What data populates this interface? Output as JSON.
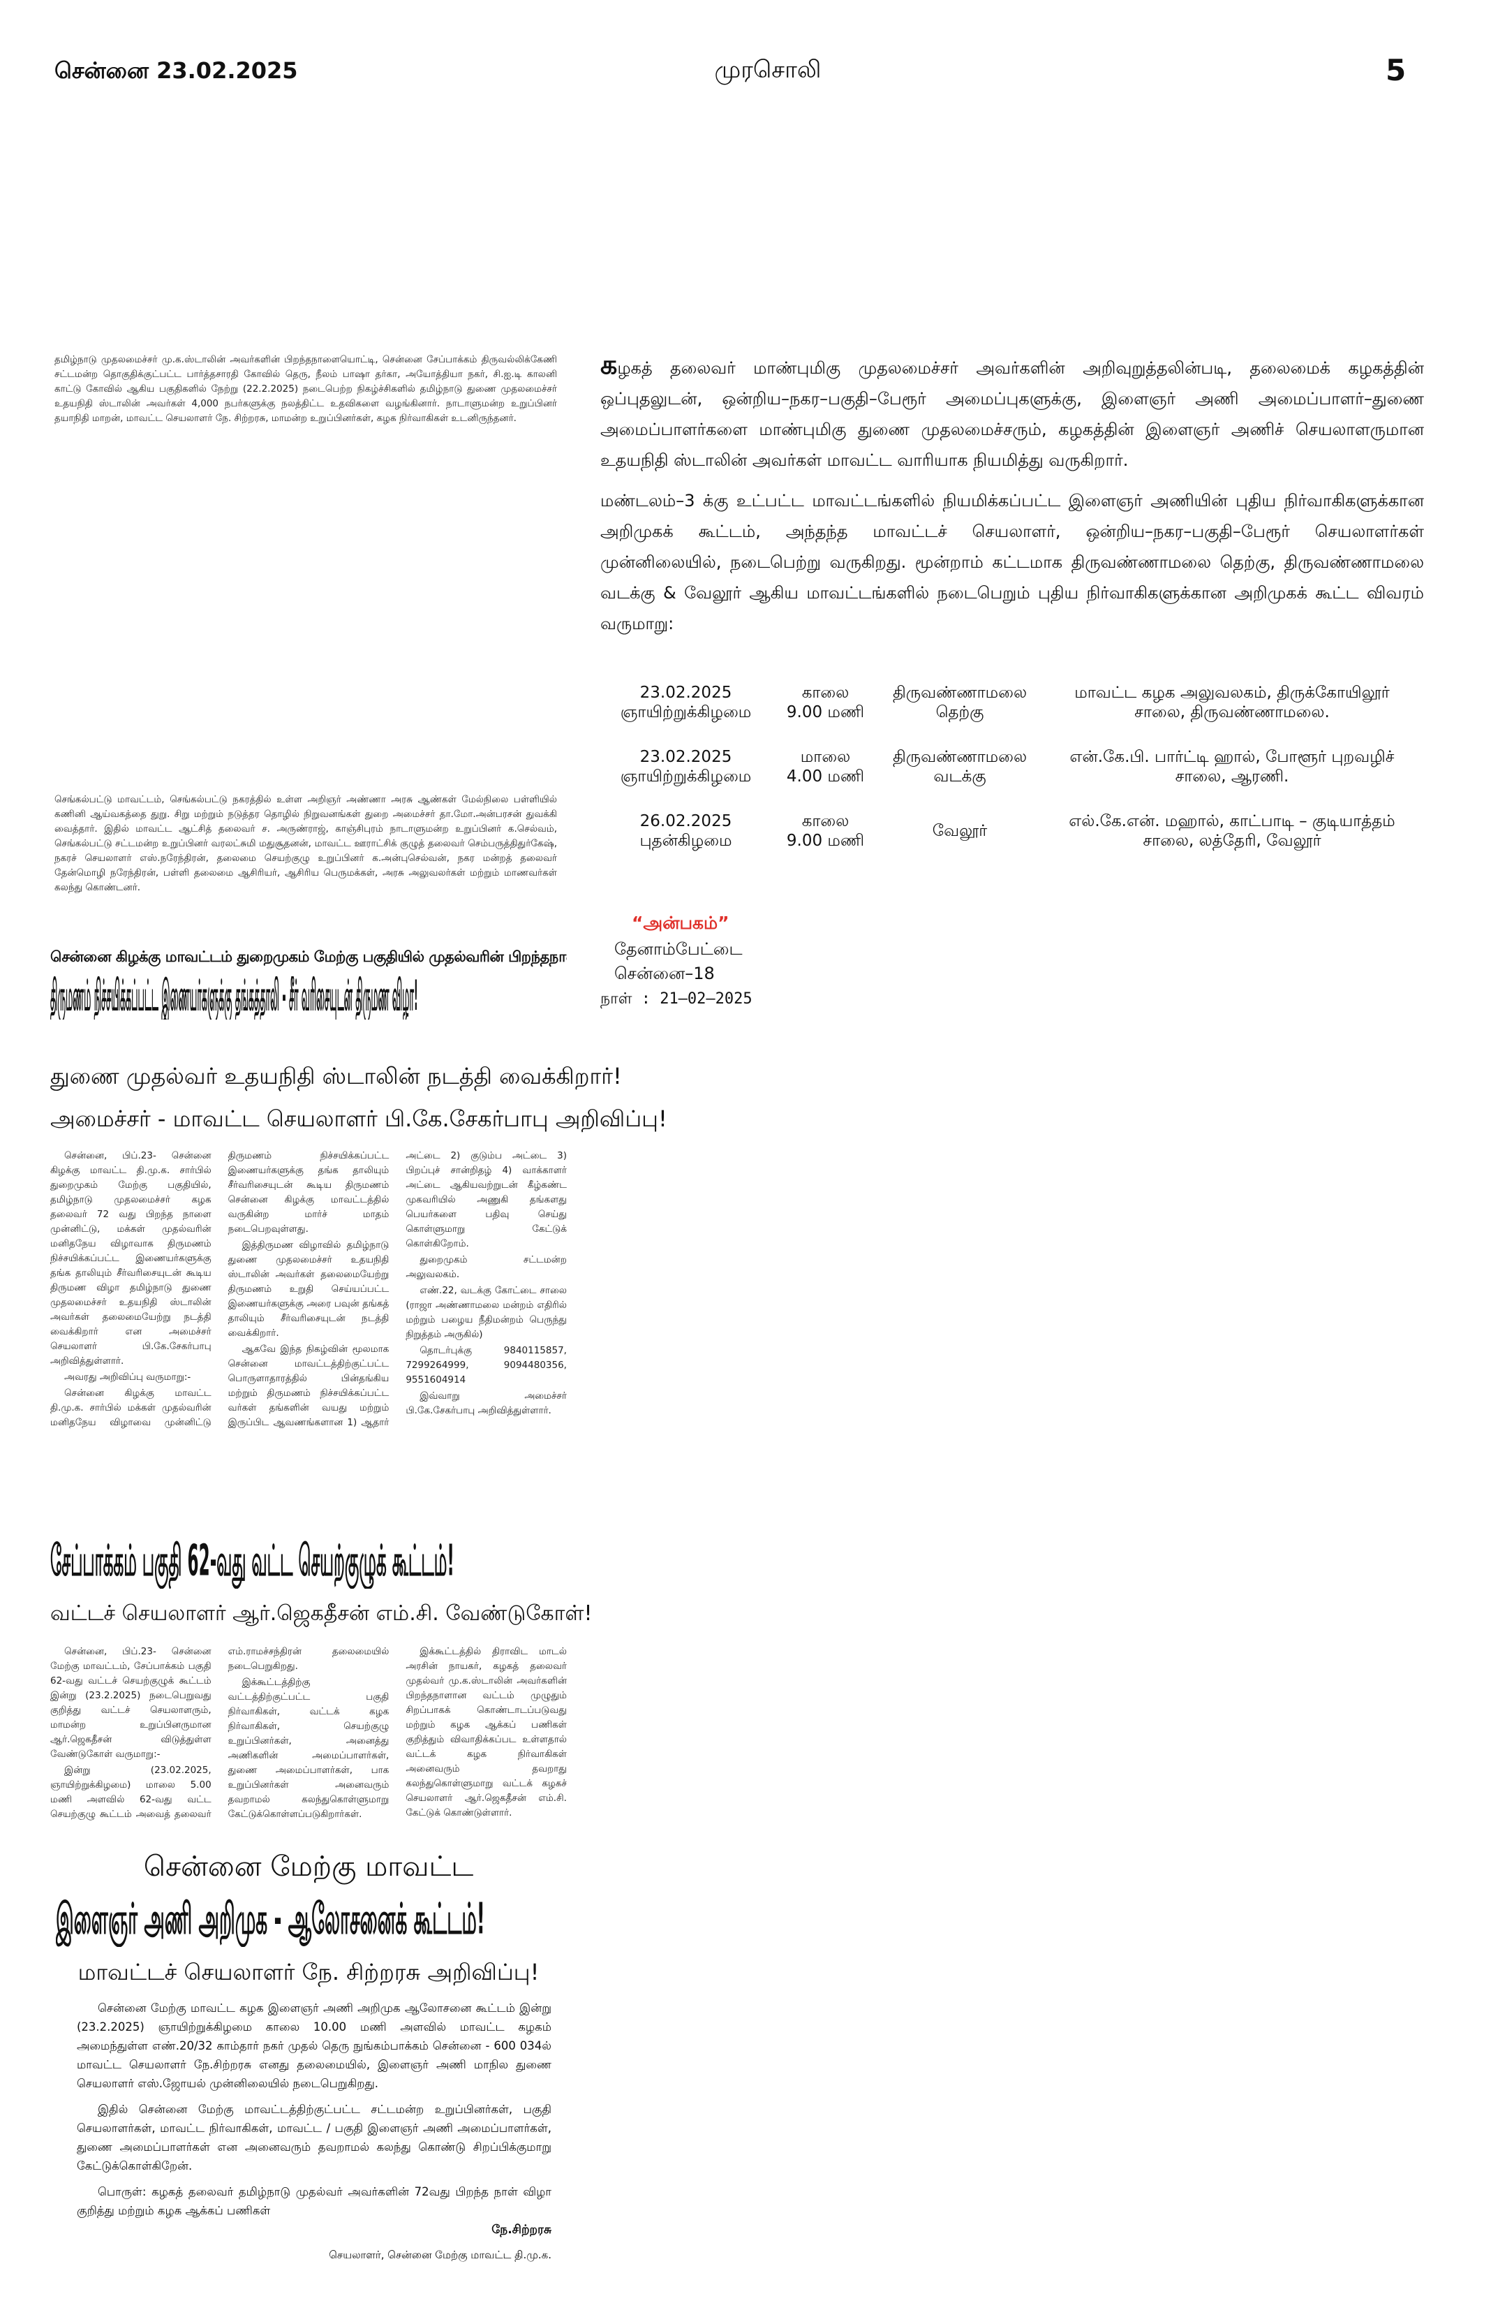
{
  "masthead": {
    "date_line": "சென்னை 23.02.2025",
    "paper_name": "முரசொலி",
    "page_number": "5"
  },
  "photo_caption_1": "தமிழ்நாடு முதலமைச்சர் மு.க.ஸ்டாலின் அவர்களின் பிறந்தநாளையொட்டி, சென்னை சேப்பாக்கம் திருவல்லிக்கேணி சட்டமன்ற தொகுதிக்குட்பட்ட பார்த்தசாரதி கோவில் தெரு, நீலம் பாஷா தர்கா, அயோத்தியா நகர், சி.ஐ.டி காலனி காட்டு கோவில் ஆகிய பகுதிகளில் நேற்று (22.2.2025) நடைபெற்ற நிகழ்ச்சிகளில் தமிழ்நாடு துணை முதலமைச்சர் உதயநிதி ஸ்டாலின் அவர்கள் 4,000 நபர்களுக்கு நலத்திட்ட உதவிகளை வழங்கினார். நாடாளுமன்ற உறுப்பினர் தயாநிதி மாறன், மாவட்ட செயலாளர் நே. சிற்றரசு, மாமன்ற உறுப்பினர்கள், கழக நிர்வாகிகள் உடனிருந்தனர்.",
  "photo_caption_2": "செங்கல்பட்டு மாவட்டம், செங்கல்பட்டு நகரத்தில் உள்ள அறிஞர் அண்ணா அரசு ஆண்கள் மேல்நிலை பள்ளியில் கணினி ஆய்வகத்தை துறு. சிறு மற்றும் நடுத்தர தொழில் நிறுவனங்கள் துறை அமைச்சர் தா.மோ.அன்பரசன் துவக்கி வைத்தார். இதில் மாவட்ட ஆட்சித் தலைவர் ச. அருண்ராஜ், காஞ்சிபுரம் நாடாளுமன்ற உறுப்பினர் க.செல்வம், செங்கல்பட்டு சட்டமன்ற உறுப்பினர் வரலட்சுமி மதுசூதனன், மாவட்ட ஊராட்சிக் குழுத் தலைவர் செம்பருத்திதுர்கேஷ், நகரச் செயலாளர் எஸ்.நரேந்திரன், தலைமை செயற்குழு உறுப்பினர் க.அன்புசெல்வன், நகர மன்றத் தலைவர் தேன்மொழி நரேந்திரன், பள்ளி தலைமை ஆசிரியர், ஆசிரிய பெருமக்கள், அரசு அலுவலர்கள் மற்றும் மாணவர்கள் கலந்து கொண்டனர்.",
  "wedding_article": {
    "kicker": "சென்னை கிழக்கு மாவட்டம் துறைமுகம் மேற்கு பகுதியில் முதல்வரின் பிறந்தநாளை முன்னிட்டு",
    "headline": "திருமணம் நிச்சயிக்கப்பட்ட இணையர்களுக்கு தங்கத்தாலி - சீர் வரிசையுடன் திருமண விழா!",
    "subhead1": "துணை முதல்வர் உதயநிதி ஸ்டாலின் நடத்தி வைக்கிறார்!",
    "subhead2": "அமைச்சர் - மாவட்ட செயலாளர் பி.கே.சேகர்பாபு அறிவிப்பு!",
    "paragraphs": [
      "சென்னை, பிப்.23- சென்னை கிழக்கு மாவட்ட தி.மு.க. சார்பில் துறைமுகம் மேற்கு பகுதியில், தமிழ்நாடு முதலமைச்சர் கழக தலைவர் 72 வது பிறந்த நாளை முன்னிட்டு, மக்கள் முதல்வரின் மனிதநேய விழாவாக திருமணம் நிச்சயிக்கப்பட்ட இணையர்களுக்கு தங்க தாலியும் சீர்வரிசையுடன் கூடிய திருமண விழா தமிழ்நாடு துணை முதலமைச்சர் உதயநிதி ஸ்டாலின் அவர்கள் தலைமையேற்று நடத்தி வைக்கிறார் என அமைச்சர் செயலாளர் பி.கே.சேகர்பாபு அறிவித்துள்ளார்.",
      "அவரது அறிவிப்பு வருமாறு:-",
      "சென்னை கிழக்கு மாவட்ட தி.மு.க. சார்பில் மக்கள் முதல்வரின் மனிதநேய விழாவை முன்னிட்டு திருமணம் நிச்சயிக்கப்பட்ட இணையர்களுக்கு தங்க தாலியும் சீர்வரிசையுடன் கூடிய திருமணம் சென்னை கிழக்கு மாவட்டத்தில் வருகின்ற மார்ச் மாதம் நடைபெறவுள்ளது.",
      "இத்திருமண விழாவில் தமிழ்நாடு துணை முதலமைச்சர் உதயநிதி ஸ்டாலின் அவர்கள் தலைமையேற்று திருமணம் உறுதி செய்யப்பட்ட இணையர்களுக்கு அரை பவுன் தங்கத் தாலியும் சீர்வரிசையுடன் நடத்தி வைக்கிறார்.",
      "ஆகவே இந்த நிகழ்வின் மூலமாக சென்னை மாவட்டத்திற்குட்பட்ட பொருளாதாரத்தில் பின்தங்கிய மற்றும் திருமணம் நிச்சயிக்கப்பட்ட வர்கள் தங்களின் வயது மற்றும் இருப்பிட ஆவணங்களான 1) ஆதார் அட்டை 2) குடும்ப அட்டை 3) பிறப்புச் சான்றிதழ் 4) வாக்காளர் அட்டை ஆகியவற்றுடன் கீழ்கண்ட முகவரியில் அணுகி தங்களது பெயர்களை பதிவு செய்து கொள்ளுமாறு கேட்டுக் கொள்கிறோம்.",
      "துறைமுகம் சட்டமன்ற அலுவலகம்.",
      "எண்.22, வடக்கு கோட்டை சாலை (ராஜா அண்ணாமலை மன்றம் எதிரில் மற்றும் பழைய நீதிமன்றம் பெருந்து நிறுத்தம் அருகில்)",
      "தொடர்புக்கு 9840115857, 7299264999, 9094480356, 9551604914",
      "இவ்வாறு அமைச்சர் பி.கே.சேகர்பாபு அறிவித்துள்ளார்."
    ]
  },
  "committee_article": {
    "headline": "சேப்பாக்கம் பகுதி 62-வது வட்ட செயற்குழுக் கூட்டம்!",
    "subhead": "வட்டச் செயலாளர் ஆர்.ஜெகதீசன் எம்.சி. வேண்டுகோள்!",
    "paragraphs": [
      "சென்னை, பிப்.23- சென்னை மேற்கு மாவட்டம், சேப்பாக்கம் பகுதி 62-வது வட்டச் செயற்குழுக் கூட்டம் இன்று (23.2.2025) நடைபெறுவது குறித்து வட்டச் செயலாளரும், மாமன்ற உறுப்பினருமான ஆர்.ஜெகதீசன் விடுத்துள்ள வேண்டுகோள் வருமாறு:-",
      "இன்று (23.02.2025, ஞாயிற்றுக்கிழமை) மாலை 5.00 மணி அளவில் 62-வது வட்ட செயற்குழு கூட்டம் அவைத் தலைவர் எம்.ராமச்சந்திரன் தலைமையில் நடைபெறுகிறது.",
      "இக்கூட்டத்திற்கு வட்டத்திற்குட்பட்ட பகுதி நிர்வாகிகள், வட்டக் கழக நிர்வாகிகள், செயற்குழு உறுப்பினர்கள், அனைத்து அணிகளின் அமைப்பாளர்கள், துணை அமைப்பாளர்கள், பாக உறுப்பினர்கள் அனைவரும் தவறாமல் கலந்துகொள்ளுமாறு கேட்டுக்கொள்ளப்படுகிறார்கள்.",
      "இக்கூட்டத்தில் திராவிட மாடல் அரசின் நாயகர், கழகத் தலைவர் முதல்வர் மு.க.ஸ்டாலின் அவர்களின் பிறந்தநாளான வட்டம் முழுதும் சிறப்பாகக் கொண்டாடப்படுவது மற்றும் கழக ஆக்கப் பணிகள் குறித்தும் விவாதிக்கப்பட உள்ளதால் வட்டக் கழக நிர்வாகிகள் அனைவரும் தவறாது கலந்துகொள்ளுமாறு வட்டக் கழகச் செயலாளர் ஆர்.ஜெகதீசன் எம்.சி. கேட்டுக் கொண்டுள்ளார்."
    ]
  },
  "youth_meeting": {
    "kicker": "சென்னை மேற்கு மாவட்ட",
    "headline": "இளைஞர் அணி அறிமுக - ஆலோசனைக் கூட்டம்!",
    "subhead": "மாவட்டச் செயலாளர் நே. சிற்றரசு அறிவிப்பு!",
    "paragraphs": [
      "சென்னை மேற்கு மாவட்ட கழக இளைஞர் அணி அறிமுக ஆலோசனை கூட்டம் இன்று (23.2.2025) ஞாயிற்றுக்கிழமை காலை 10.00 மணி அளவில் மாவட்ட கழகம் அமைந்துள்ள எண்.20/32 காம்தார் நகர் முதல் தெரு நுங்கம்பாக்கம் சென்னை - 600 034ல் மாவட்ட செயலாளர் நே.சிற்றரசு எனது தலைமையில், இளைஞர் அணி மாநில துணை செயலாளர் எஸ்.ஜோயல் முன்னிலையில் நடைபெறுகிறது.",
      "இதில் சென்னை மேற்கு மாவட்டத்திற்குட்பட்ட சட்டமன்ற உறுப்பினர்கள், பகுதி செயலாளர்கள், மாவட்ட நிர்வாகிகள், மாவட்ட / பகுதி இளைஞர் அணி அமைப்பாளர்கள், துணை அமைப்பாளர்கள் என அனைவரும் தவறாமல் கலந்து கொண்டு சிறப்பிக்குமாறு கேட்டுக்கொள்கிறேன்.",
      "பொருள்: கழகத் தலைவர் தமிழ்நாடு முதல்வர் அவர்களின் 72வது பிறந்த நாள் விழா குறித்து மற்றும் கழக ஆக்கப் பணிகள்"
    ],
    "signature_name": "நே.சிற்றரசு",
    "signature_title": "செயலாளர், சென்னை மேற்கு மாவட்ட தி.மு.க."
  },
  "announcement": {
    "paragraph1_dropcap": "க",
    "paragraph1": "ழகத் தலைவர் மாண்புமிகு முதலமைச்சர் அவர்களின் அறிவுறுத்தலின்படி, தலைமைக் கழகத்தின் ஒப்புதலுடன், ஒன்றிய–நகர–பகுதி–பேரூர் அமைப்புகளுக்கு, இளைஞர் அணி அமைப்பாளர்–துணை அமைப்பாளர்களை மாண்புமிகு துணை முதலமைச்சரும், கழகத்தின் இளைஞர் அணிச் செயலாளருமான உதயநிதி ஸ்டாலின் அவர்கள் மாவட்ட வாரியாக நியமித்து வருகிறார்.",
    "paragraph2": "மண்டலம்–3 க்கு உட்பட்ட மாவட்டங்களில் நியமிக்கப்பட்ட இளைஞர் அணியின் புதிய நிர்வாகிகளுக்கான அறிமுகக் கூட்டம், அந்தந்த மாவட்டச் செயலாளர், ஒன்றிய–நகர–பகுதி–பேரூர் செயலாளர்கள் முன்னிலையில், நடைபெற்று வருகிறது. மூன்றாம் கட்டமாக திருவண்ணாமலை தெற்கு, திருவண்ணாமலை வடக்கு & வேலூர் ஆகிய மாவட்டங்களில் நடைபெறும் புதிய நிர்வாகிகளுக்கான அறிமுகக் கூட்ட விவரம் வருமாறு:",
    "schedule": [
      {
        "date": "23.02.2025",
        "day": "ஞாயிற்றுக்கிழமை",
        "session": "காலை",
        "time": "9.00 மணி",
        "district": "திருவண்ணாமலை தெற்கு",
        "venue": "மாவட்ட கழக அலுவலகம், திருக்கோயிலூர் சாலை, திருவண்ணாமலை."
      },
      {
        "date": "23.02.2025",
        "day": "ஞாயிற்றுக்கிழமை",
        "session": "மாலை",
        "time": "4.00 மணி",
        "district": "திருவண்ணாமலை வடக்கு",
        "venue": "என்.கே.பி. பார்ட்டி ஹால், போளூர் புறவழிச் சாலை, ஆரணி."
      },
      {
        "date": "26.02.2025",
        "day": "புதன்கிழமை",
        "session": "காலை",
        "time": "9.00 மணி",
        "district": "வேலூர்",
        "venue": "எல்.கே.என். மஹால், காட்பாடி – குடியாத்தம் சாலை, லத்தேரி, வேலூர்"
      }
    ],
    "from_name": "“அன்பகம்”",
    "from_area": "தேனாம்பேட்டை",
    "from_city": "சென்னை–18",
    "date_line": "நாள் : 21–02–2025"
  }
}
